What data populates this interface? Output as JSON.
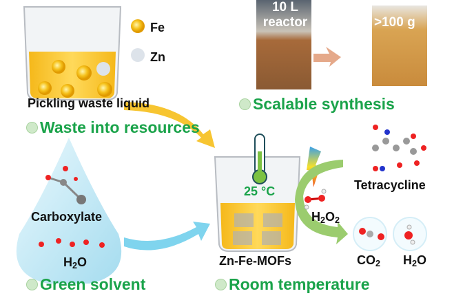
{
  "legend": {
    "fe": "Fe",
    "zn": "Zn"
  },
  "labels": {
    "pickling": "Pickling waste liquid",
    "reactor_photo": "10 L reactor",
    "reactor_line1": "10 L",
    "reactor_line2": "reactor",
    "product_photo": ">100 g",
    "carboxylate": "Carboxylate",
    "h2o_solvent_main": "H",
    "h2o_solvent_sub": "2",
    "h2o_solvent_end": "O",
    "temperature": "25 °C",
    "mof": "Zn-Fe-MOFs",
    "tetracycline": "Tetracycline",
    "h2o2_a": "H",
    "h2o2_b": "2",
    "h2o2_c": "O",
    "h2o2_d": "2",
    "co2_a": "CO",
    "co2_b": "2",
    "h2o_a": "H",
    "h2o_b": "2",
    "h2o_c": "O"
  },
  "headings": {
    "waste": "Waste into resources",
    "scalable": "Scalable synthesis",
    "green": "Green solvent",
    "room": "Room temperature"
  },
  "colors": {
    "green": "#1aa34a",
    "gold": "#f7c531",
    "drop": "#bfe8f5"
  }
}
